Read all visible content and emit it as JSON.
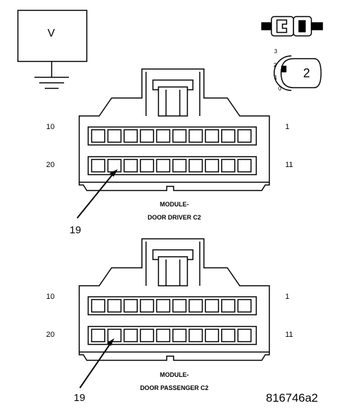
{
  "meter": {
    "symbol": "V"
  },
  "ignition": {
    "positions": [
      "3",
      "2",
      "1",
      "0"
    ],
    "selected": "2"
  },
  "connectors": [
    {
      "pins": {
        "top_left": "10",
        "top_right": "1",
        "bottom_left": "20",
        "bottom_right": "11"
      },
      "callout": "19",
      "caption": [
        "MODULE-",
        "DOOR DRIVER C2"
      ]
    },
    {
      "pins": {
        "top_left": "10",
        "top_right": "1",
        "bottom_left": "20",
        "bottom_right": "11"
      },
      "callout": "19",
      "caption": [
        "MODULE-",
        "DOOR PASSENGER C2"
      ]
    }
  ],
  "figure_id": "816746a2"
}
